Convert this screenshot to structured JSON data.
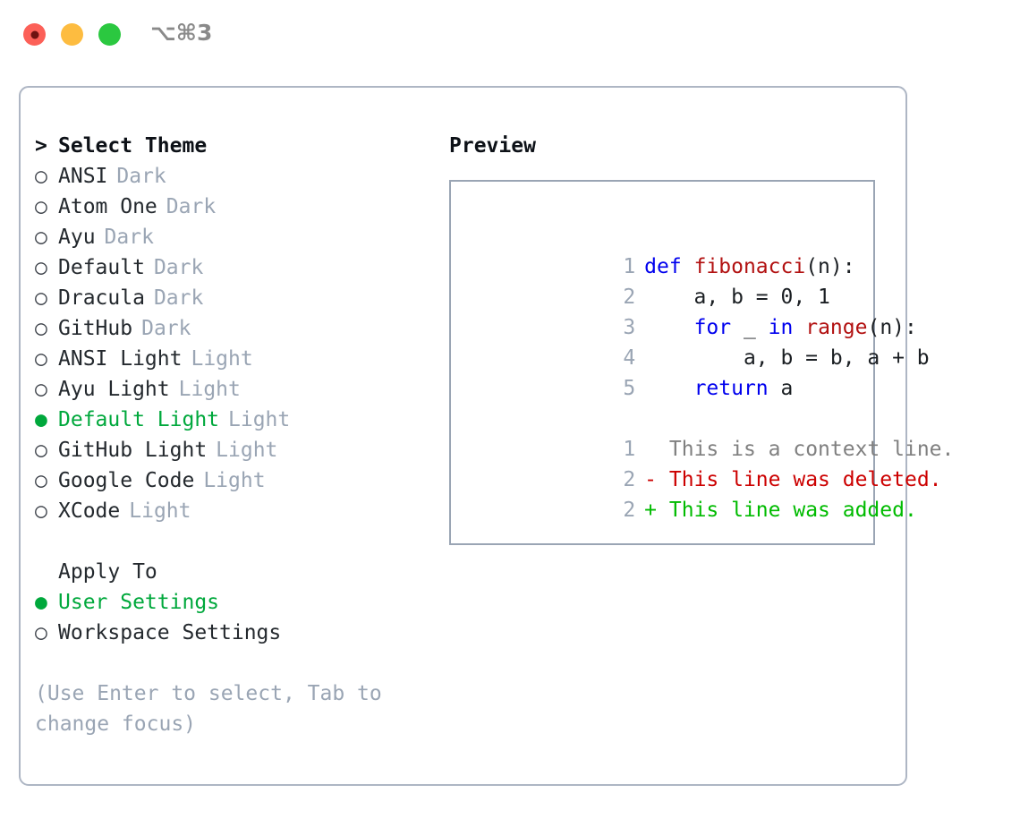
{
  "window": {
    "title": "⌥⌘3",
    "traffic_lights": [
      {
        "name": "close",
        "color": "#fc6058"
      },
      {
        "name": "minimize",
        "color": "#fdbc40"
      },
      {
        "name": "maximize",
        "color": "#2bc840"
      }
    ]
  },
  "theme_picker": {
    "header": {
      "marker": ">",
      "label": "Select Theme"
    },
    "marker_unselected": "○",
    "marker_selected": "●",
    "items": [
      {
        "marker": "○",
        "label": "ANSI",
        "tag": "Dark",
        "selected": false
      },
      {
        "marker": "○",
        "label": "Atom One",
        "tag": "Dark",
        "selected": false
      },
      {
        "marker": "○",
        "label": "Ayu",
        "tag": "Dark",
        "selected": false
      },
      {
        "marker": "○",
        "label": "Default",
        "tag": "Dark",
        "selected": false
      },
      {
        "marker": "○",
        "label": "Dracula",
        "tag": "Dark",
        "selected": false
      },
      {
        "marker": "○",
        "label": "GitHub",
        "tag": "Dark",
        "selected": false
      },
      {
        "marker": "○",
        "label": "ANSI Light",
        "tag": "Light",
        "selected": false
      },
      {
        "marker": "○",
        "label": "Ayu Light",
        "tag": "Light",
        "selected": false
      },
      {
        "marker": "●",
        "label": "Default Light",
        "tag": "Light",
        "selected": true
      },
      {
        "marker": "○",
        "label": "GitHub Light",
        "tag": "Light",
        "selected": false
      },
      {
        "marker": "○",
        "label": "Google Code",
        "tag": "Light",
        "selected": false
      },
      {
        "marker": "○",
        "label": "XCode",
        "tag": "Light",
        "selected": false
      }
    ]
  },
  "apply_to": {
    "title": "Apply To",
    "options": [
      {
        "marker": "●",
        "label": "User Settings",
        "selected": true
      },
      {
        "marker": "○",
        "label": "Workspace Settings",
        "selected": false
      }
    ]
  },
  "help_text": "(Use Enter to select, Tab to change focus)",
  "preview": {
    "title": "Preview",
    "code_lines": [
      {
        "number": "1",
        "tokens": [
          {
            "text": "def ",
            "kind": "keyword"
          },
          {
            "text": "fibonacci",
            "kind": "function"
          },
          {
            "text": "(n):",
            "kind": "plain"
          }
        ]
      },
      {
        "number": "2",
        "tokens": [
          {
            "text": "    a, b = 0, 1",
            "kind": "plain"
          }
        ]
      },
      {
        "number": "3",
        "tokens": [
          {
            "text": "    ",
            "kind": "plain"
          },
          {
            "text": "for",
            "kind": "keyword"
          },
          {
            "text": " _ ",
            "kind": "plain"
          },
          {
            "text": "in",
            "kind": "keyword"
          },
          {
            "text": " ",
            "kind": "plain"
          },
          {
            "text": "range",
            "kind": "function"
          },
          {
            "text": "(n):",
            "kind": "plain"
          }
        ]
      },
      {
        "number": "4",
        "tokens": [
          {
            "text": "        a, b = b, a + b",
            "kind": "plain"
          }
        ]
      },
      {
        "number": "5",
        "tokens": [
          {
            "text": "    ",
            "kind": "plain"
          },
          {
            "text": "return",
            "kind": "keyword"
          },
          {
            "text": " a",
            "kind": "plain"
          }
        ]
      }
    ],
    "diff_lines": [
      {
        "number": "1",
        "sign": " ",
        "text": "This is a context line.",
        "kind": "context"
      },
      {
        "number": "2",
        "sign": "-",
        "text": "This line was deleted.",
        "kind": "deleted"
      },
      {
        "number": "2",
        "sign": "+",
        "text": "This line was added.",
        "kind": "added"
      }
    ]
  },
  "colors": {
    "selection_green": "#00a83c",
    "diff_add_green": "#00bb00",
    "diff_del_red": "#cc0000",
    "keyword_blue": "#0000ee",
    "function_red": "#b21111",
    "muted_tag": "#9aa5b4",
    "border": "#aeb6c4"
  }
}
